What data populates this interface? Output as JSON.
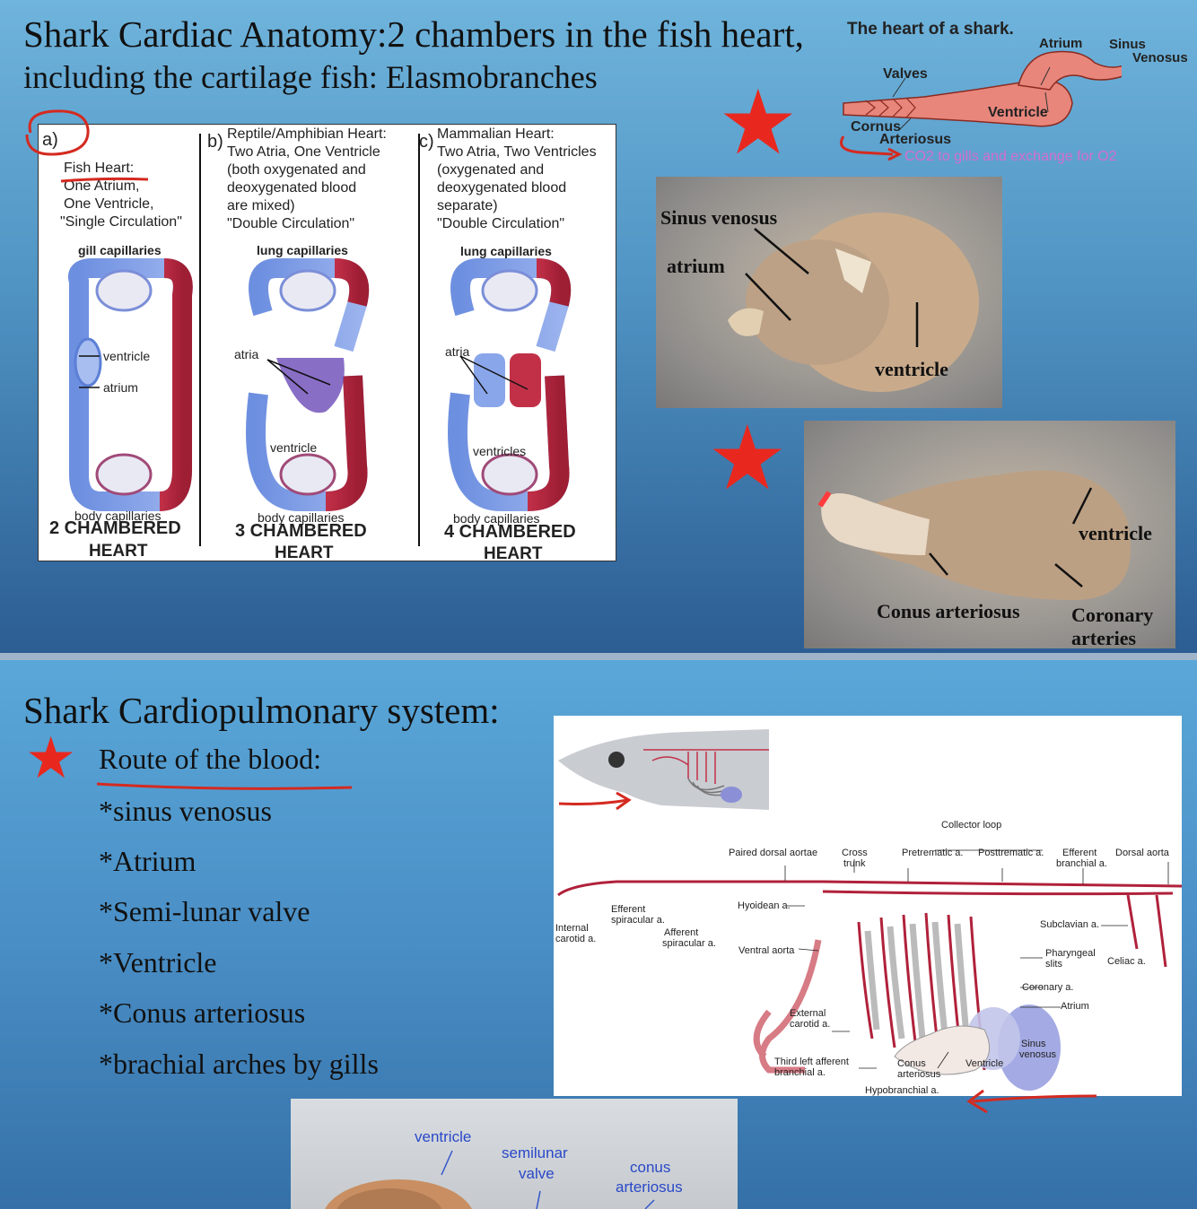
{
  "slide1": {
    "title_line1": "Shark Cardiac Anatomy:2 chambers in the fish heart,",
    "title_line2": "including the cartilage fish: Elasmobranches",
    "panel_a": {
      "letter": "a)",
      "heading": "Fish Heart:",
      "line1": "One Atrium,",
      "line2": "One Ventricle,",
      "line3": "\"Single Circulation\"",
      "top": "gill capillaries",
      "lbl1": "ventricle",
      "lbl2": "atrium",
      "bottom": "body capillaries",
      "caption1": "2 CHAMBERED",
      "caption2": "HEART"
    },
    "panel_b": {
      "letter": "b)",
      "heading": "Reptile/Amphibian Heart:",
      "line1": "Two  Atria, One Ventricle",
      "line2": "(both oxygenated and",
      "line3": "deoxygenated blood",
      "line4": "are mixed)",
      "line5": "\"Double Circulation\"",
      "top": "lung capillaries",
      "lbl1": "atria",
      "lbl2": "ventricle",
      "bottom": "body capillaries",
      "caption1": "3 CHAMBERED",
      "caption2": "HEART"
    },
    "panel_c": {
      "letter": "c)",
      "heading": "Mammalian Heart:",
      "line1": "Two  Atria, Two Ventricles",
      "line2": "(oxygenated and",
      "line3": "deoxygenated blood",
      "line4": "separate)",
      "line5": "\"Double Circulation\"",
      "top": "lung capillaries",
      "lbl1": "atria",
      "lbl2": "ventricles",
      "bottom": "body capillaries",
      "caption1": "4 CHAMBERED",
      "caption2": "HEART"
    },
    "shark_heart": {
      "title": "The heart of a shark.",
      "atrium": "Atrium",
      "sinus": "Sinus",
      "venosus": "Venosus",
      "valves": "Valves",
      "ventricle": "Ventricle",
      "cornus": "Cornus",
      "arteriosus": "Arteriosus",
      "note": "CO2 to gills and exchange for O2"
    },
    "photo1": {
      "sinus": "Sinus venosus",
      "atrium": "atrium",
      "ventricle": "ventricle"
    },
    "photo2": {
      "ventricle": "ventricle",
      "conus": "Conus arteriosus",
      "coronary1": "Coronary",
      "coronary2": "arteries"
    }
  },
  "slide2": {
    "title": "Shark Cardiopulmonary system:",
    "route_heading": "Route of the blood:",
    "route": [
      "*sinus venosus",
      "*Atrium",
      "*Semi-lunar valve",
      "*Ventricle",
      "*Conus arteriosus",
      "*brachial arches by gills"
    ],
    "diagram": {
      "collector_loop": "Collector loop",
      "paired_dorsal": "Paired dorsal aortae",
      "cross_trunk1": "Cross",
      "cross_trunk2": "trunk",
      "pretrematic": "Pretrematic a.",
      "posttrematic": "Posttrematic a.",
      "efferent_branchial1": "Efferent",
      "efferent_branchial2": "branchial a.",
      "dorsal_aorta": "Dorsal aorta",
      "hyoidean": "Hyoidean a.",
      "efferent_spiracular1": "Efferent",
      "efferent_spiracular2": "spiracular a.",
      "internal_carotid1": "Internal",
      "internal_carotid2": "carotid a.",
      "afferent_spiracular1": "Afferent",
      "afferent_spiracular2": "spiracular a.",
      "ventral_aorta": "Ventral aorta",
      "subclavian": "Subclavian a.",
      "pharyngeal1": "Pharyngeal",
      "pharyngeal2": "slits",
      "celiac": "Celiac a.",
      "coronary": "Coronary a.",
      "atrium": "Atrium",
      "external_carotid1": "External",
      "external_carotid2": "carotid a.",
      "sinus1": "Sinus",
      "sinus2": "venosus",
      "third_left1": "Third left afferent",
      "third_left2": "branchial a.",
      "conus1": "Conus",
      "conus2": "arteriosus",
      "ventricle": "Ventricle",
      "hypobranchial": "Hypobranchial a."
    },
    "photo3": {
      "ventricle": "ventricle",
      "semilunar1": "semilunar",
      "semilunar2": "valve",
      "conus1": "conus",
      "conus2": "arteriosus"
    }
  },
  "colors": {
    "star": "#e8281e",
    "annotation_red": "#d42a20",
    "vessel_red": "#b0213a",
    "vessel_blue": "#5b7fd6",
    "heart_pink": "#e8867c",
    "note_pink": "#d36fd0"
  },
  "icons": [
    "star-icon",
    "circle-annotation",
    "underline-annotation",
    "arrow-annotation"
  ]
}
